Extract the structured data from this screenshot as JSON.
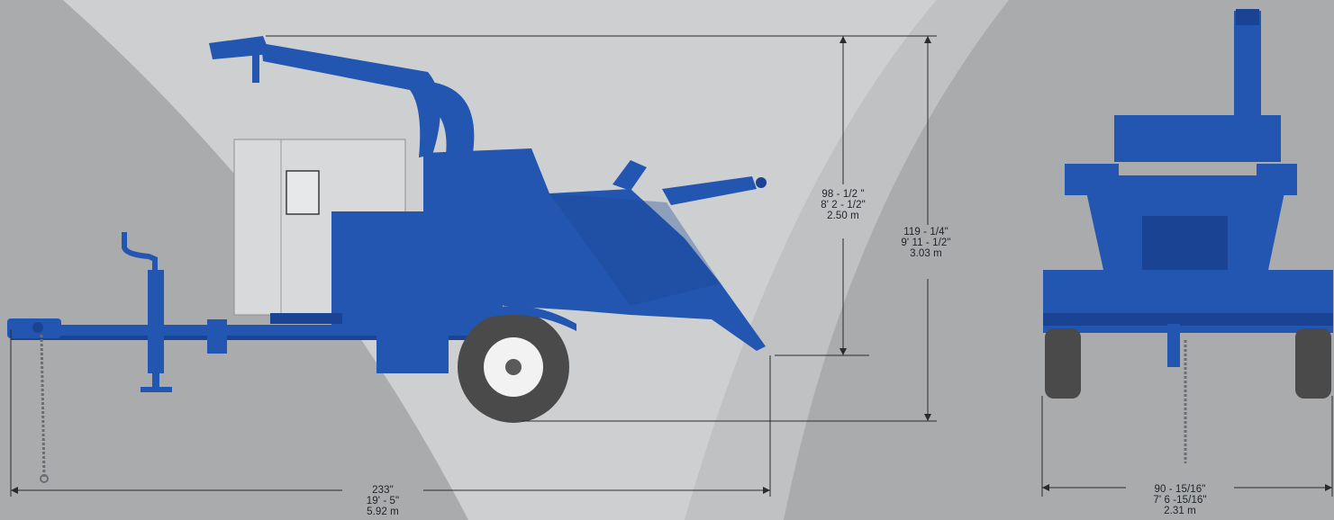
{
  "dimensions": {
    "height_chute": {
      "in": "98 - 1/2 \"",
      "ft": "8' 2 - 1/2\"",
      "m": "2.50 m"
    },
    "height_total": {
      "in": "119 - 1/4\"",
      "ft": "9' 11 - 1/2\"",
      "m": "3.03 m"
    },
    "length_total": {
      "in": "233\"",
      "ft": "19' - 5\"",
      "m": "5.92 m"
    },
    "width_total": {
      "in": "90 - 15/16\"",
      "ft": "7' 6 -15/16\"",
      "m": "2.31 m"
    }
  },
  "colors": {
    "background": "#a9abad",
    "spotlight": "#cdcfd1",
    "machine_blue": "#2356b0",
    "machine_shadow": "#1a4493",
    "engine_panel": "#d8d9da",
    "tire": "#4a4a4a",
    "dimension_line": "#2b2b2b"
  }
}
